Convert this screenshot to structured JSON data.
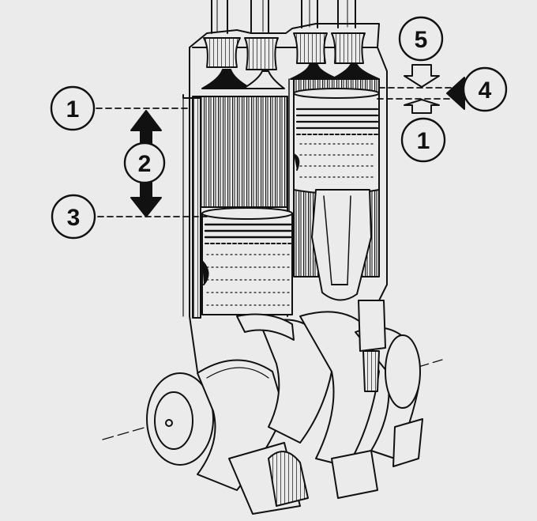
{
  "colors": {
    "background": "#ebebeb",
    "ink": "#111111"
  },
  "callouts": {
    "c1_left": "1",
    "c2": "2",
    "c3": "3",
    "c5": "5",
    "c4": "4",
    "c1_right": "1"
  }
}
